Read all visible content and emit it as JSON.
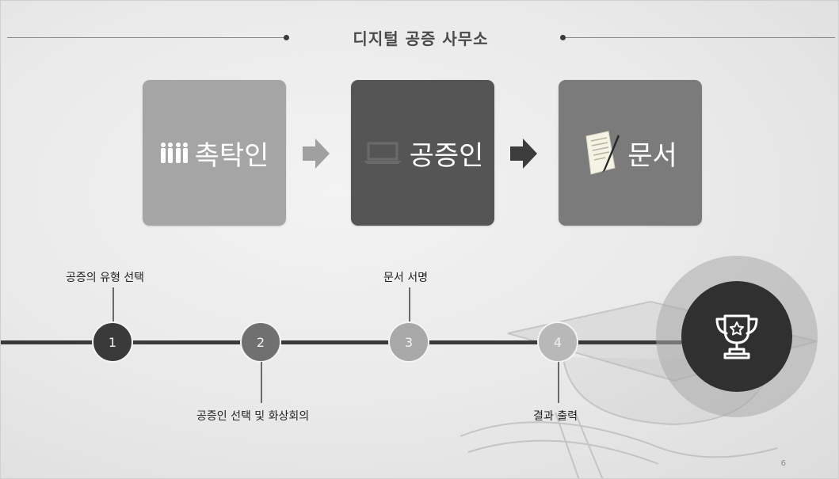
{
  "slide": {
    "title": "디지털 공증 사무소",
    "page_number": "6"
  },
  "flow": [
    {
      "label": "촉탁인",
      "icon": "people-icon"
    },
    {
      "label": "공증인",
      "icon": "laptop-icon"
    },
    {
      "label": "문서",
      "icon": "document-pen-icon"
    }
  ],
  "timeline": [
    {
      "number": "1",
      "label": "공증의 유형 선택",
      "color": "#3a3a3a"
    },
    {
      "number": "2",
      "label": "공증인 선택 및 화상회의",
      "color": "#707070"
    },
    {
      "number": "3",
      "label": "문서 서명",
      "color": "#a9a9a9"
    },
    {
      "number": "4",
      "label": "결과 출력",
      "color": "#b8b8b8"
    }
  ],
  "goal_icon": "trophy-icon"
}
